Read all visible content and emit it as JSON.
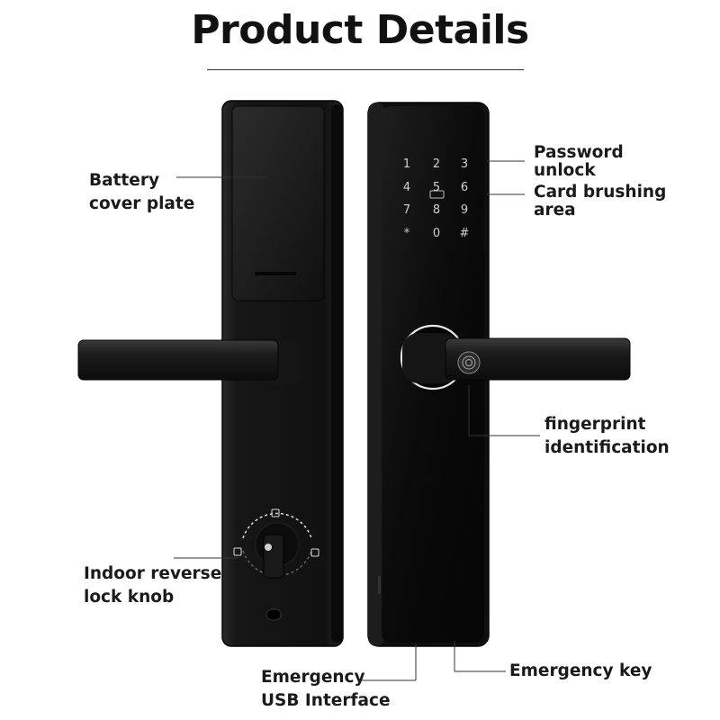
{
  "title": "Product Details",
  "labels": {
    "battery": [
      "Battery",
      "cover plate"
    ],
    "password": [
      "Password",
      "unlock"
    ],
    "card": [
      "Card brushing",
      "area"
    ],
    "fingerprint": [
      "fingerprint",
      "identification"
    ],
    "knob": [
      "Indoor reverse",
      "lock knob"
    ],
    "usb": [
      "Emergency",
      "USB Interface"
    ],
    "key": "Emergency key"
  },
  "keypad": [
    "1",
    "2",
    "3",
    "4",
    "5",
    "6",
    "7",
    "8",
    "9",
    "*",
    "0",
    "#"
  ],
  "colors": {
    "body": "#141414",
    "panel": "#070707",
    "lever": "#1c1c1c",
    "keypad_text": "#cfcfcf",
    "ring": "#e8e8e8"
  }
}
